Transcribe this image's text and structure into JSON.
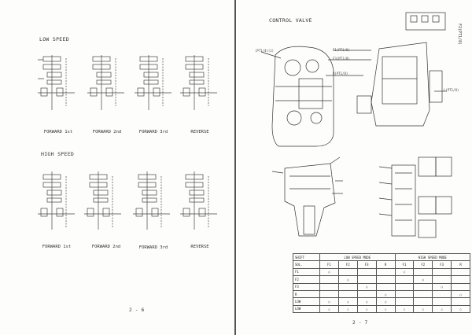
{
  "left_page": {
    "low_speed_title": "LOW SPEED",
    "high_speed_title": "HIGH SPEED",
    "low_captions": [
      "FORWARD 1st",
      "FORWARD 2nd",
      "FORWARD 3rd",
      "REVERSE"
    ],
    "high_captions": [
      "FORWARD 1st",
      "FORWARD 2nd",
      "FORWARD 3rd",
      "REVERSE"
    ],
    "page_number": "2 - 6"
  },
  "right_page": {
    "title": "CONTROL VALVE",
    "page_number": "2 - 7",
    "callouts": {
      "pt_top_right": "F2(PT1/8)",
      "pt_left": "(PT1/4)(1)",
      "f1": "F1(PT1/8)",
      "f3": "F3(PT1/8)",
      "pt_mid": "R(PT1/8)",
      "l_pt": "L(PT1/8)"
    },
    "table": {
      "header_shift": "SHIFT",
      "header_low": "LOW SPEED MODE",
      "header_high": "HIGH SPEED MODE",
      "header_sol": "SOL.",
      "sub_headers": [
        "F1",
        "F2",
        "F3",
        "R",
        "F1",
        "F2",
        "F3",
        "R"
      ],
      "rows": [
        {
          "label": "F1",
          "cells": [
            "○",
            "",
            "",
            "",
            "○",
            "",
            "",
            ""
          ]
        },
        {
          "label": "F2",
          "cells": [
            "",
            "○",
            "",
            "",
            "",
            "○",
            "",
            ""
          ]
        },
        {
          "label": "F3",
          "cells": [
            "",
            "",
            "○",
            "",
            "",
            "",
            "○",
            ""
          ]
        },
        {
          "label": "R",
          "cells": [
            "",
            "",
            "",
            "○",
            "",
            "",
            "",
            "○"
          ]
        },
        {
          "label": "LOW",
          "cells": [
            "○",
            "○",
            "○",
            "○",
            "",
            "",
            "",
            ""
          ]
        },
        {
          "label": "LOW",
          "cells": [
            "△",
            "△",
            "△",
            "△",
            "△",
            "△",
            "△",
            "△"
          ]
        }
      ]
    }
  }
}
